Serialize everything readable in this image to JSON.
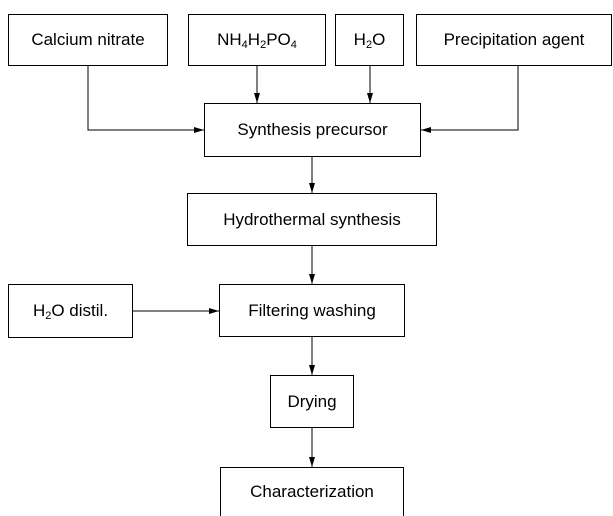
{
  "nodes": {
    "calcium_nitrate": "Calcium nitrate",
    "nh4h2po4": {
      "p1": "NH",
      "s1": "4",
      "p2": "H",
      "s2": "2",
      "p3": "PO",
      "s3": "4"
    },
    "h2o": {
      "p1": "H",
      "s1": "2",
      "p2": "O"
    },
    "precipitation_agent": "Precipitation agent",
    "synthesis_precursor": "Synthesis precursor",
    "hydrothermal_synthesis": "Hydrothermal synthesis",
    "h2o_distil": {
      "p1": "H",
      "s1": "2",
      "p2": "O distil."
    },
    "filtering_washing": "Filtering washing",
    "drying": "Drying",
    "characterization": "Characterization"
  },
  "edges": [
    {
      "from": "calcium_nitrate",
      "to": "synthesis_precursor"
    },
    {
      "from": "nh4h2po4",
      "to": "synthesis_precursor"
    },
    {
      "from": "h2o",
      "to": "synthesis_precursor"
    },
    {
      "from": "precipitation_agent",
      "to": "synthesis_precursor"
    },
    {
      "from": "synthesis_precursor",
      "to": "hydrothermal_synthesis"
    },
    {
      "from": "hydrothermal_synthesis",
      "to": "filtering_washing"
    },
    {
      "from": "h2o_distil",
      "to": "filtering_washing"
    },
    {
      "from": "filtering_washing",
      "to": "drying"
    },
    {
      "from": "drying",
      "to": "characterization"
    }
  ]
}
